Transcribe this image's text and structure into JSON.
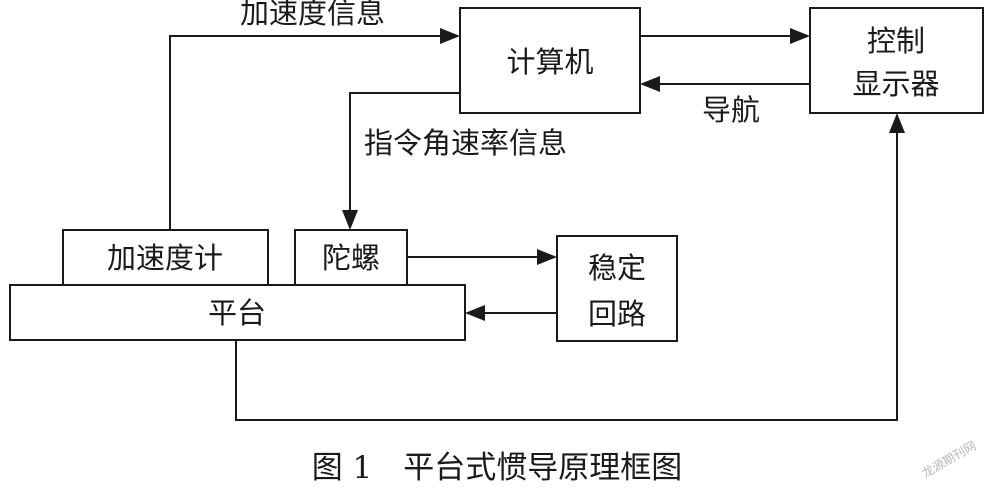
{
  "nodes": {
    "computer": "计算机",
    "control_display": [
      "控制",
      "显示器"
    ],
    "accelerometer": "加速度计",
    "gyro": "陀螺",
    "stabilization_loop": [
      "稳定",
      "回路"
    ],
    "platform": "平台"
  },
  "edges": {
    "acceleration_info": "加速度信息",
    "navigation": "导航",
    "command_rate_info": "指令角速率信息"
  },
  "caption": "图 1　平台式惯导原理框图",
  "watermark": "龙源期刊网"
}
